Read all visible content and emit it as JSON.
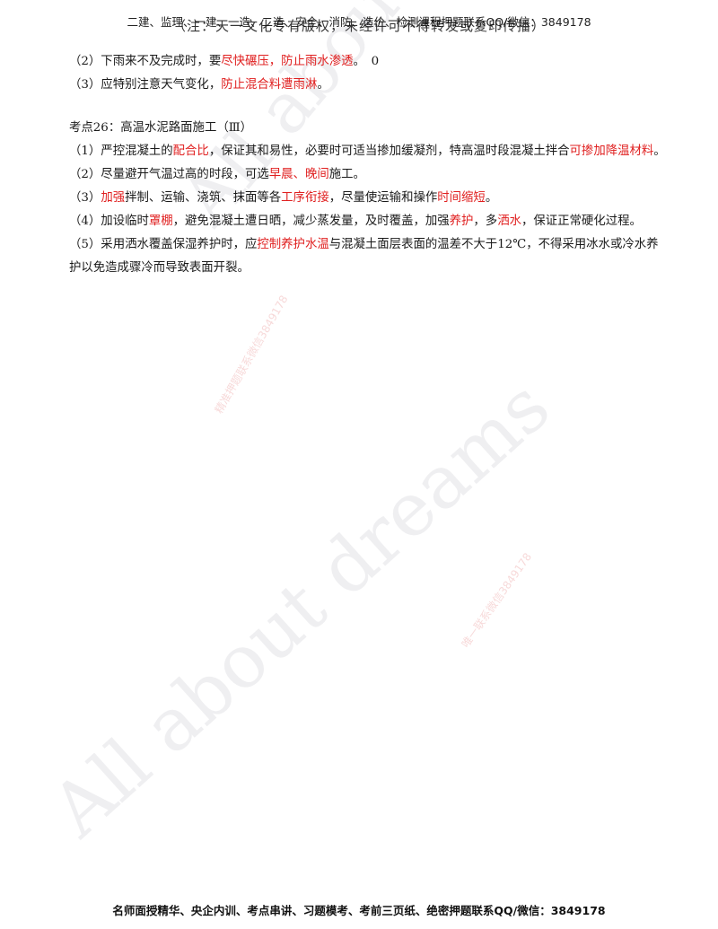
{
  "header": {
    "text": "二建、监理、一建、一造、二造、安全、消防、造价、检测课程押题联系QQ/微信：3849178",
    "overlay": "（注：天一文化专有版权，未经许可不得转发或复印传播）"
  },
  "block1": [
    {
      "prefix": "（2）下雨来不及完成时，要",
      "red": "尽快碾压，防止雨水渗透",
      "suffix": "。　0"
    },
    {
      "prefix": "（3）应特别注意天气变化，",
      "red": "防止混合料遭雨淋",
      "suffix": "。"
    }
  ],
  "section": {
    "title": "考点26：高温水泥路面施工（Ⅲ）",
    "items": [
      {
        "parts": [
          {
            "t": "（1）严控混凝土的",
            "r": false
          },
          {
            "t": "配合比",
            "r": true
          },
          {
            "t": "，保证其和易性，必要时可适当掺加缓凝剂，特高温时段混凝土拌合",
            "r": false
          },
          {
            "t": "可掺加降温材料",
            "r": true
          },
          {
            "t": "。",
            "r": false
          }
        ]
      },
      {
        "parts": [
          {
            "t": "（2）尽量避开气温过高的时段，可选",
            "r": false
          },
          {
            "t": "早晨、晚间",
            "r": true
          },
          {
            "t": "施工。",
            "r": false
          }
        ]
      },
      {
        "parts": [
          {
            "t": "（3）",
            "r": false
          },
          {
            "t": "加强",
            "r": true
          },
          {
            "t": "拌制、运输、浇筑、抹面等各",
            "r": false
          },
          {
            "t": "工序衔接",
            "r": true
          },
          {
            "t": "，尽量使运输和操作",
            "r": false
          },
          {
            "t": "时间缩短",
            "r": true
          },
          {
            "t": "。",
            "r": false
          }
        ]
      },
      {
        "parts": [
          {
            "t": "（4）加设临时",
            "r": false
          },
          {
            "t": "罩棚",
            "r": true
          },
          {
            "t": "，避免混凝土遭日晒，减少蒸发量，及时覆盖，加强",
            "r": false
          },
          {
            "t": "养护",
            "r": true
          },
          {
            "t": "，多",
            "r": false
          },
          {
            "t": "洒水",
            "r": true
          },
          {
            "t": "，保证正常硬化过程。",
            "r": false
          }
        ]
      },
      {
        "parts": [
          {
            "t": "（5）采用洒水覆盖保湿养护时，应",
            "r": false
          },
          {
            "t": "控制养护水温",
            "r": true
          },
          {
            "t": "与混凝土面层表面的温差不大于12℃，不得采用冰水或冷水养护以免造成骤冷而导致表面开裂。",
            "r": false
          }
        ]
      }
    ]
  },
  "watermarks": {
    "big": "All about dreams",
    "small1": "精准押题联系微信3849178",
    "small2": "唯一联系微信3849178"
  },
  "footer": {
    "text": "名师面授精华、央企内训、考点串讲、习题模考、考前三页纸、绝密押题联系QQ/微信：3849178"
  }
}
